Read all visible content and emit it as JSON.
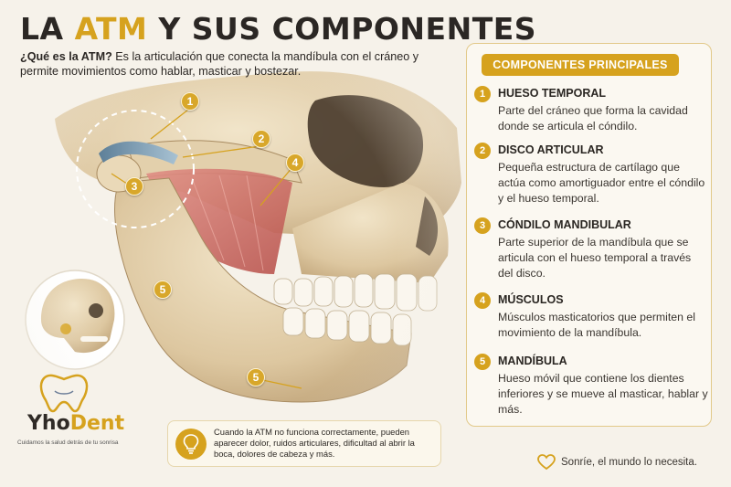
{
  "title": {
    "part1": "LA ",
    "accent": "ATM",
    "part2": " Y SUS COMPONENTES"
  },
  "intro": {
    "question": "¿Qué es la ATM?",
    "text": " Es la articulación que conecta la mandíbula con el cráneo y permite movimientos como hablar, masticar y bostezar."
  },
  "markers": [
    {
      "number": "1"
    },
    {
      "number": "2"
    },
    {
      "number": "3"
    },
    {
      "number": "4"
    },
    {
      "number": "5"
    },
    {
      "number": "5"
    }
  ],
  "panel": {
    "header": "COMPONENTES PRINCIPALES",
    "components": [
      {
        "number": "1",
        "name": "HUESO TEMPORAL",
        "description": "Parte del cráneo que forma la cavidad donde se articula el cóndilo."
      },
      {
        "number": "2",
        "name": "DISCO ARTICULAR",
        "description": "Pequeña estructura de cartílago que actúa como amortiguador entre el cóndilo y el hueso temporal."
      },
      {
        "number": "3",
        "name": "CÓNDILO MANDIBULAR",
        "description": "Parte superior de la mandíbula que se articula con el hueso temporal a través del disco."
      },
      {
        "number": "4",
        "name": "MÚSCULOS",
        "description": "Músculos masticatorios que permiten el movimiento de la mandíbula."
      },
      {
        "number": "5",
        "name": "MANDÍBULA",
        "description": "Hueso móvil que contiene los dientes inferiores y se mueve al masticar, hablar y más."
      }
    ]
  },
  "note": {
    "text": "Cuando la ATM no funciona correctamente, pueden aparecer dolor, ruidos articulares, dificultad al abrir la boca, dolores de cabeza y más.",
    "icon": "lightbulb-icon"
  },
  "brand": {
    "name_part1": "Yho",
    "name_part2": "Dent",
    "tagline": "Cuidamos la salud detrás de tu sonrisa",
    "icon": "tooth-logo-icon"
  },
  "slogan": {
    "text": "Sonríe, el mundo lo necesita.",
    "icon": "heart-icon"
  },
  "colors": {
    "accent": "#d6a21e",
    "bone": "#e6d5b4",
    "muscle": "#cf6a63",
    "disc": "#7e9fb6",
    "text": "#2b2724"
  }
}
